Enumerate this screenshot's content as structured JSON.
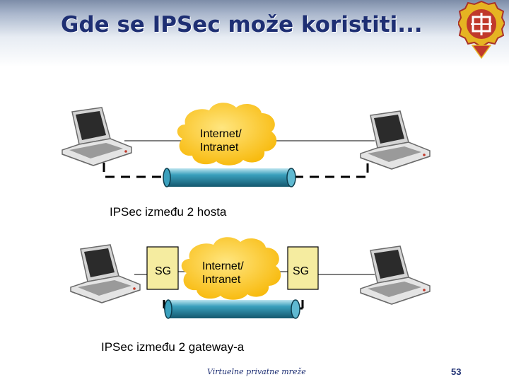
{
  "slide": {
    "title": "Gde se IPSec može koristiti...",
    "footer": "Virtuelne privatne mreže",
    "page_number": "53"
  },
  "diagram_top": {
    "cloud_label": "Internet/\nIntranet",
    "caption": "IPSec između 2 hosta"
  },
  "diagram_bottom": {
    "cloud_label": "Internet/\nIntranet",
    "left_gateway": "SG",
    "right_gateway": "SG",
    "caption": "IPSec između 2 gateway-a"
  },
  "colors": {
    "title": "#1e2f73",
    "cloud": "#fbc02d",
    "tunnel": "#2a8aa6",
    "gateway_box": "#f5eca0",
    "logo_red": "#c0392b",
    "logo_gold": "#e6b422"
  },
  "icons": [
    "laptop-icon",
    "cloud-icon",
    "tunnel-pipe-icon",
    "university-logo-icon"
  ]
}
